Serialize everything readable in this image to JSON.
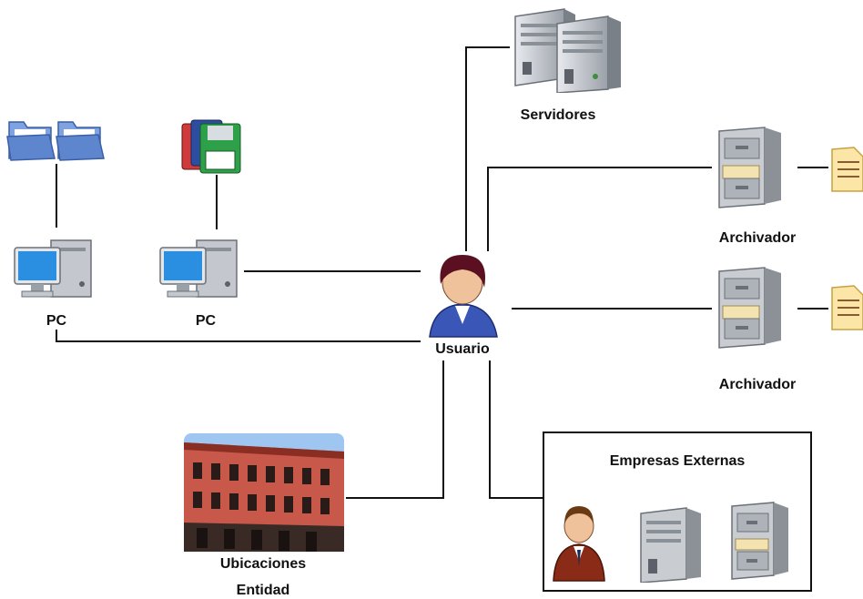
{
  "labels": {
    "servidores": "Servidores",
    "archivador_1": "Archivador",
    "archivador_2": "Archivador",
    "pc_1": "PC",
    "pc_2": "PC",
    "usuario": "Usuario",
    "empresas_externas": "Empresas Externas",
    "ubicaciones_line1": "Ubicaciones",
    "ubicaciones_line2": "Entidad"
  },
  "colors": {
    "line": "#111111",
    "server_body": "#c4c8ce",
    "cabinet_body": "#bfc3c8",
    "monitor_screen": "#2a8fe0",
    "user_shirt": "#3a57b8",
    "user_hair": "#5a1020",
    "external_suit": "#8a2b17",
    "folder_blue": "#6a93d6",
    "building_wall": "#c8584a",
    "sky": "#9ec6f0"
  }
}
